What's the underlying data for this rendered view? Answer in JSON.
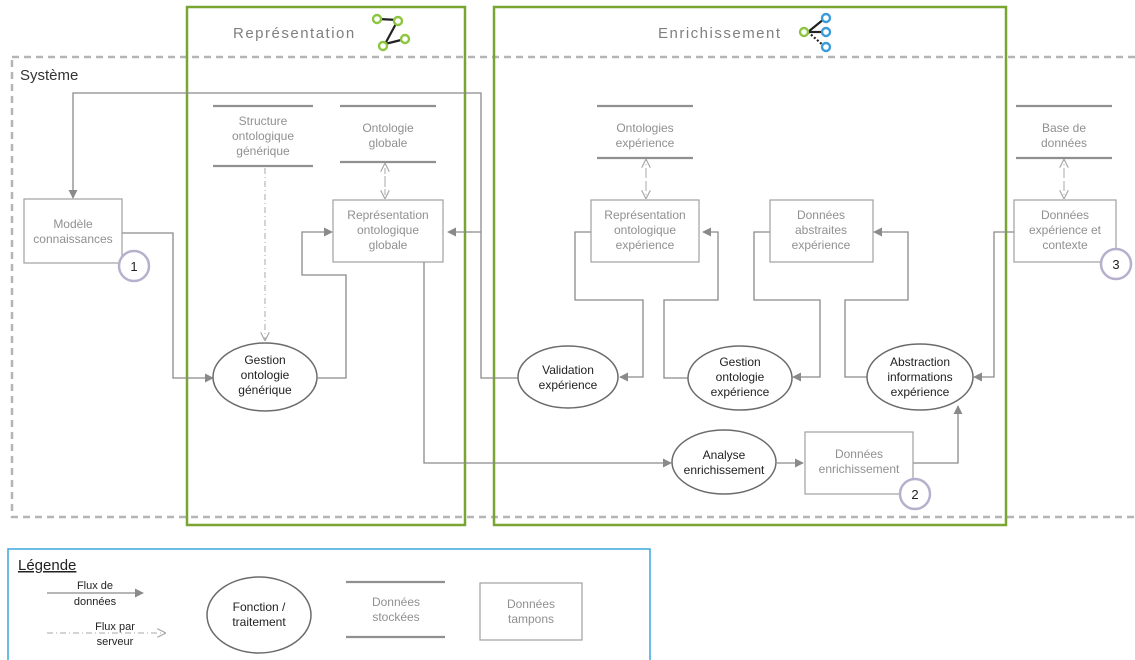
{
  "frames": {
    "representation": "Représentation",
    "enrichissement": "Enrichissement",
    "systeme": "Système"
  },
  "stores": {
    "structure_generique": [
      "Structure",
      "ontologique",
      "générique"
    ],
    "ontologie_globale": [
      "Ontologie",
      "globale"
    ],
    "ontologies_experience": [
      "Ontologies",
      "expérience"
    ],
    "base_donnees": [
      "Base de",
      "données"
    ]
  },
  "buffers": {
    "modele": [
      "Modèle",
      "connaissances"
    ],
    "repr_globale": [
      "Représentation",
      "ontologique",
      "globale"
    ],
    "repr_experience": [
      "Représentation",
      "ontologique",
      "expérience"
    ],
    "donnees_abstraites": [
      "Données",
      "abstraites",
      "expérience"
    ],
    "donnees_experience": [
      "Données",
      "expérience et",
      "contexte"
    ],
    "donnees_enrichissement": [
      "Données",
      "enrichissement"
    ]
  },
  "processes": {
    "gestion_generique": [
      "Gestion",
      "ontologie",
      "générique"
    ],
    "validation": [
      "Validation",
      "expérience"
    ],
    "gestion_experience": [
      "Gestion",
      "ontologie",
      "expérience"
    ],
    "abstraction": [
      "Abstraction",
      "informations",
      "expérience"
    ],
    "analyse": [
      "Analyse",
      "enrichissement"
    ]
  },
  "badges": {
    "b1": "1",
    "b2": "2",
    "b3": "3"
  },
  "legend": {
    "title": "Légende",
    "flux_donnees": [
      "Flux de",
      "données"
    ],
    "flux_serveur": [
      "Flux par",
      "serveur"
    ],
    "fonction": [
      "Fonction /",
      "traitement"
    ],
    "stockees": [
      "Données",
      "stockées"
    ],
    "tampons": [
      "Données",
      "tampons"
    ]
  },
  "icons": {
    "representation": "graph-nodes-green-icon",
    "enrichissement": "graph-nodes-blue-icon"
  },
  "colors": {
    "frame_green": "#7aa532",
    "legend_blue": "#3aa7dd",
    "icon_green": "#8cc63f",
    "icon_blue": "#3a9bd8"
  }
}
